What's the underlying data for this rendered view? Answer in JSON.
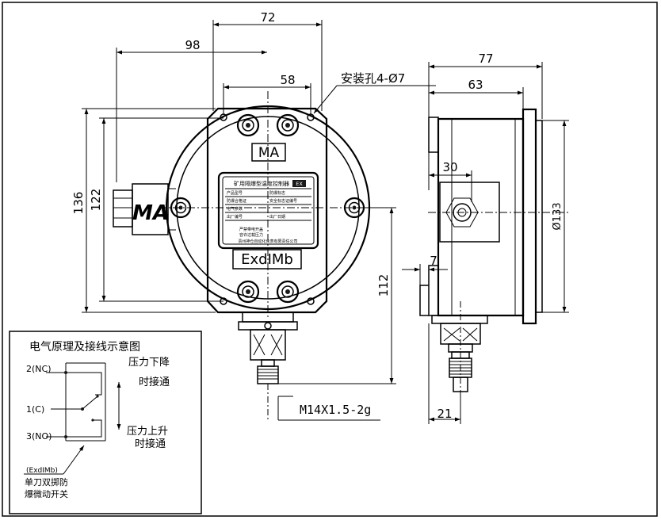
{
  "dimensions": {
    "d72": "72",
    "d98": "98",
    "d58": "58",
    "d136": "136",
    "d122": "122",
    "d112": "112",
    "d77": "77",
    "d63": "63",
    "d30": "30",
    "d7": "7",
    "d21": "21",
    "d133": "Ø133"
  },
  "callouts": {
    "mount_hole": "安装孔4-Ø7",
    "thread": "M14X1.5-2g"
  },
  "device": {
    "ma_mark": "MA",
    "ex_mark": "ExdⅠMb",
    "cable_gland_mark": "MA",
    "nameplate_title": "矿用隔爆型温度控制器",
    "nameplate_badge": "EX",
    "nameplate_row1_a": "产品型号",
    "nameplate_row1_b": "防爆标志",
    "nameplate_row2_a": "防爆合格证",
    "nameplate_row2_b": "安全标志证编号",
    "nameplate_row3": "电气参数",
    "nameplate_row4_a": "出厂编号",
    "nameplate_row4_b": "出厂日期",
    "nameplate_row5": "严禁带电开盖",
    "nameplate_row6": "容许过载压力",
    "nameplate_footer": "贵州神仓自动化仪表有限责任公司"
  },
  "legend": {
    "title": "电气原理及接线示意图",
    "terminal_nc": "2(NC)",
    "terminal_c": "1(C)",
    "terminal_no": "3(NO)",
    "pressure_down_1": "压力下降",
    "pressure_down_2": "时接通",
    "pressure_up_1": "压力上升",
    "pressure_up_2": "时接通",
    "switch_code": "(ExdⅠMb)",
    "switch_desc_1": "单刀双掷防",
    "switch_desc_2": "爆微动开关"
  }
}
